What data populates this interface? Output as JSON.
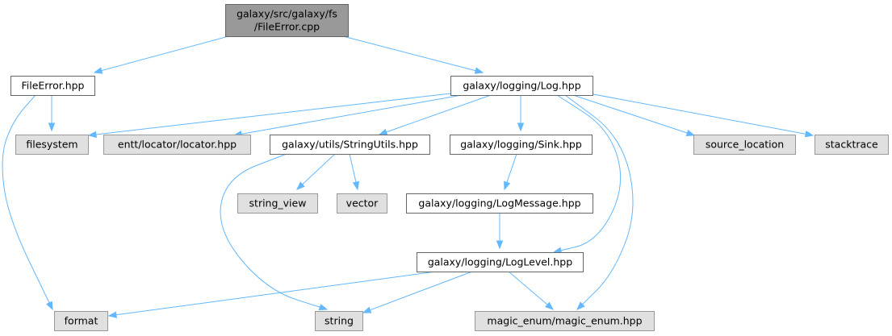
{
  "graph": {
    "nodes": {
      "root": [
        "galaxy/src/galaxy/fs",
        "/FileError.cpp"
      ],
      "file_error_hpp": "FileError.hpp",
      "log_hpp": "galaxy/logging/Log.hpp",
      "filesystem": "filesystem",
      "locator": "entt/locator/locator.hpp",
      "string_utils": "galaxy/utils/StringUtils.hpp",
      "sink": "galaxy/logging/Sink.hpp",
      "source_location": "source_location",
      "stacktrace": "stacktrace",
      "string_view": "string_view",
      "vector": "vector",
      "log_message": "galaxy/logging/LogMessage.hpp",
      "log_level": "galaxy/logging/LogLevel.hpp",
      "format": "format",
      "string": "string",
      "magic_enum": "magic_enum/magic_enum.hpp"
    },
    "edges": [
      [
        "root",
        "file_error_hpp"
      ],
      [
        "root",
        "log_hpp"
      ],
      [
        "file_error_hpp",
        "filesystem"
      ],
      [
        "file_error_hpp",
        "format"
      ],
      [
        "log_hpp",
        "filesystem"
      ],
      [
        "log_hpp",
        "locator"
      ],
      [
        "log_hpp",
        "string_utils"
      ],
      [
        "log_hpp",
        "sink"
      ],
      [
        "log_hpp",
        "log_level"
      ],
      [
        "log_hpp",
        "magic_enum"
      ],
      [
        "log_hpp",
        "source_location"
      ],
      [
        "log_hpp",
        "stacktrace"
      ],
      [
        "string_utils",
        "string_view"
      ],
      [
        "string_utils",
        "vector"
      ],
      [
        "string_utils",
        "string"
      ],
      [
        "sink",
        "log_message"
      ],
      [
        "log_message",
        "log_level"
      ],
      [
        "log_level",
        "format"
      ],
      [
        "log_level",
        "string"
      ],
      [
        "log_level",
        "magic_enum"
      ]
    ],
    "colors": {
      "edge": "#63b8ff",
      "root_fill": "#999999",
      "file_fill": "#ffffff",
      "system_fill": "#e0e0e0",
      "border": "#666666",
      "system_border": "#999999"
    }
  }
}
